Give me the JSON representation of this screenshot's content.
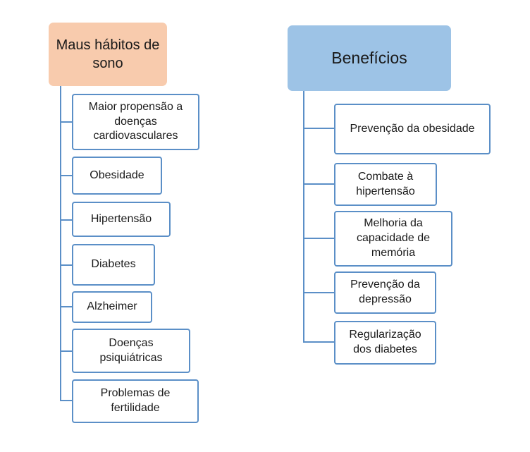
{
  "colors": {
    "left_header_fill": "#f8cbad",
    "right_header_fill": "#9dc3e6",
    "box_border": "#5b8fc7",
    "connector": "#5b8fc7"
  },
  "left": {
    "title": "Maus hábitos de sono",
    "items": [
      "Maior propensão a doenças cardiovasculares",
      "Obesidade",
      "Hipertensão",
      "Diabetes",
      "Alzheimer",
      "Doenças psiquiátricas",
      "Problemas de fertilidade"
    ]
  },
  "right": {
    "title": "Benefícios",
    "items": [
      "Prevenção da obesidade",
      "Combate à hipertensão",
      "Melhoria da capacidade de memória",
      "Prevenção da depressão",
      "Regularização dos diabetes"
    ]
  }
}
